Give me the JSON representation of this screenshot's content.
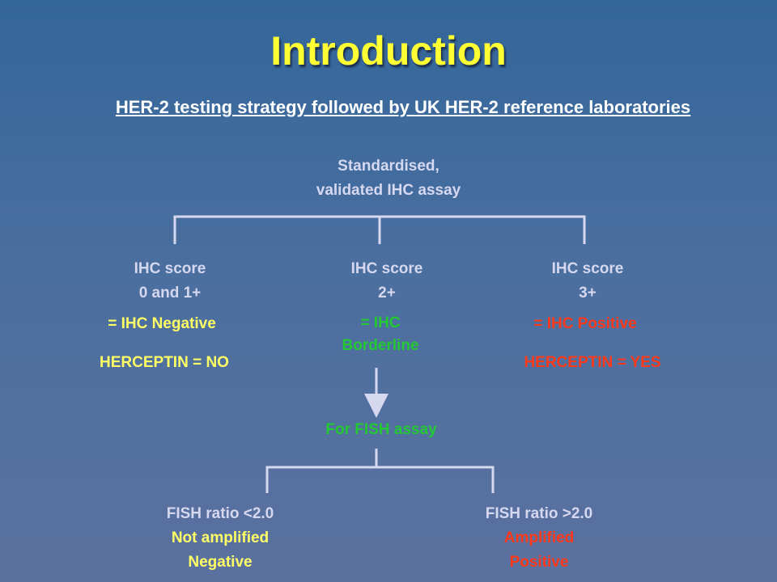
{
  "title": "Introduction",
  "subtitle": "HER-2 testing strategy followed by UK HER-2 reference laboratories",
  "root": {
    "line1": "Standardised,",
    "line2": "validated IHC assay"
  },
  "branches": [
    {
      "score_line1": "IHC score",
      "score_line2": "0 and 1+",
      "result": "= IHC Negative",
      "herceptin": "HERCEPTIN = NO"
    },
    {
      "score_line1": "IHC score",
      "score_line2": "2+",
      "result_line1": "= IHC",
      "result_line2": "Borderline"
    },
    {
      "score_line1": "IHC score",
      "score_line2": "3+",
      "result": "= IHC Positive",
      "herceptin": "HERCEPTIN = YES"
    }
  ],
  "fish": {
    "label": "For FISH assay",
    "outcomes": [
      {
        "ratio": "FISH ratio <2.0",
        "status": "Not amplified",
        "result": "Negative"
      },
      {
        "ratio": "FISH ratio >2.0",
        "status": "Amplified",
        "result": "Positive"
      }
    ]
  },
  "colors": {
    "title": "#ffff33",
    "neutral": "#d6d8f0",
    "negative": "#ffff66",
    "borderline": "#22c932",
    "positive": "#ff3a1a"
  }
}
